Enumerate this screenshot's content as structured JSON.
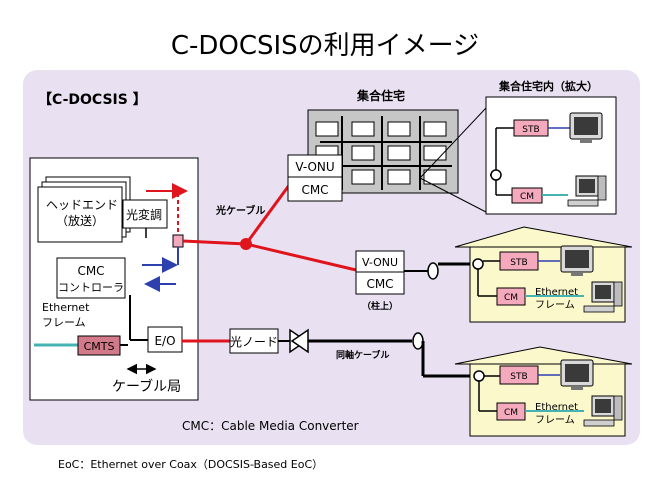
{
  "title": "C-DOCSISの利用イメージ",
  "panel_label": "【C-DOCSIS 】",
  "headend": {
    "label_line1": "ヘッドエンド",
    "label_line2": "（放送）",
    "optical_mod": "光変調"
  },
  "cmc_controller": {
    "line1": "CMC",
    "line2": "コントローラ"
  },
  "ethernet_frame_left": {
    "line1": "Ethernet",
    "line2": "フレーム"
  },
  "cmts": "CMTS",
  "eo": "E/O",
  "cable_station": "ケーブル局",
  "fiber_cable": "光ケーブル",
  "apartment": {
    "title": "集合住宅",
    "vonu": "V-ONU",
    "cmc": "CMC"
  },
  "apartment_detail": {
    "title": "集合住宅内（拡大）",
    "stb": "STB",
    "cm": "CM"
  },
  "pole": {
    "vonu": "V-ONU",
    "cmc": "CMC",
    "caption": "（柱上）"
  },
  "optical_node": "光ノード",
  "coax_cable": "同軸ケーブル",
  "house1": {
    "stb": "STB",
    "cm": "CM",
    "eth_line1": "Ethernet",
    "eth_line2": "フレーム"
  },
  "house2": {
    "stb": "STB",
    "cm": "CM",
    "eth_line1": "Ethernet",
    "eth_line2": "フレーム"
  },
  "cmc_definition": "CMC：Cable Media Converter",
  "footnote": "EoC：Ethernet over Coax（DOCSIS-Based EoC）",
  "colors": {
    "panel_bg": "#e9e1f2",
    "fiber": "#e0141c",
    "coax": "#000000",
    "eth": "#46b3b3",
    "blue": "#2e3fae",
    "cream": "#fbf8cc",
    "pink": "#f4a9bd",
    "cmts": "#d27a8a",
    "gray": "#c6c6c6"
  }
}
